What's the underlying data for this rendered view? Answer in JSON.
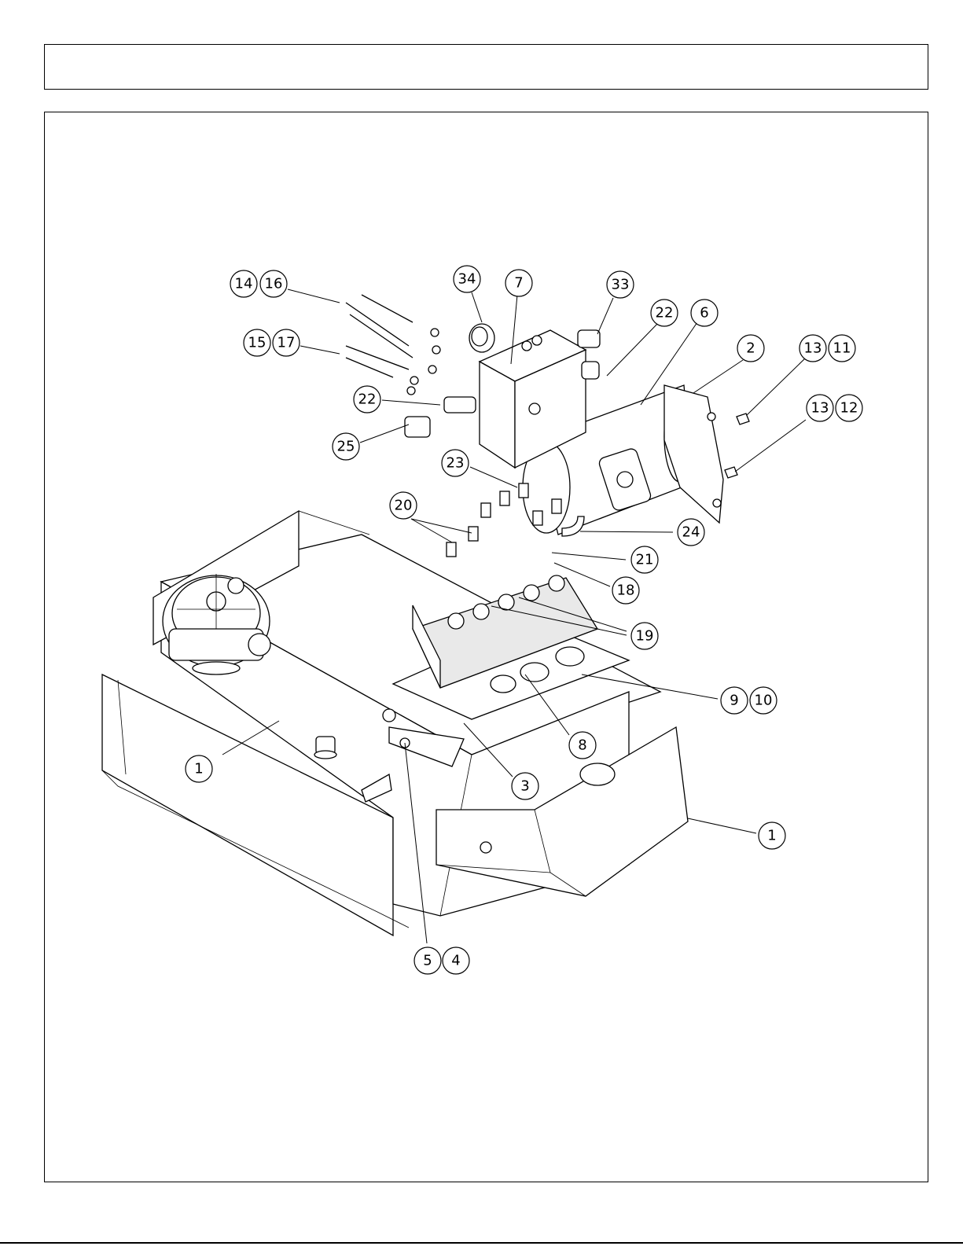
{
  "header": {
    "title": ""
  },
  "callouts": [
    {
      "id": "c-14-16",
      "labels": [
        "14",
        "16"
      ]
    },
    {
      "id": "c-15-17",
      "labels": [
        "15",
        "17"
      ]
    },
    {
      "id": "c-34",
      "labels": [
        "34"
      ]
    },
    {
      "id": "c-7",
      "labels": [
        "7"
      ]
    },
    {
      "id": "c-33",
      "labels": [
        "33"
      ]
    },
    {
      "id": "c-22a",
      "labels": [
        "22"
      ]
    },
    {
      "id": "c-6",
      "labels": [
        "6"
      ]
    },
    {
      "id": "c-2",
      "labels": [
        "2"
      ]
    },
    {
      "id": "c-13-11",
      "labels": [
        "13",
        "11"
      ]
    },
    {
      "id": "c-13-12",
      "labels": [
        "13",
        "12"
      ]
    },
    {
      "id": "c-22b",
      "labels": [
        "22"
      ]
    },
    {
      "id": "c-25",
      "labels": [
        "25"
      ]
    },
    {
      "id": "c-23",
      "labels": [
        "23"
      ]
    },
    {
      "id": "c-20",
      "labels": [
        "20"
      ]
    },
    {
      "id": "c-24",
      "labels": [
        "24"
      ]
    },
    {
      "id": "c-21",
      "labels": [
        "21"
      ]
    },
    {
      "id": "c-18",
      "labels": [
        "18"
      ]
    },
    {
      "id": "c-19",
      "labels": [
        "19"
      ]
    },
    {
      "id": "c-9-10",
      "labels": [
        "9",
        "10"
      ]
    },
    {
      "id": "c-8",
      "labels": [
        "8"
      ]
    },
    {
      "id": "c-1a",
      "labels": [
        "1"
      ]
    },
    {
      "id": "c-3",
      "labels": [
        "3"
      ]
    },
    {
      "id": "c-1b",
      "labels": [
        "1"
      ]
    },
    {
      "id": "c-5-4",
      "labels": [
        "5",
        "4"
      ]
    }
  ]
}
